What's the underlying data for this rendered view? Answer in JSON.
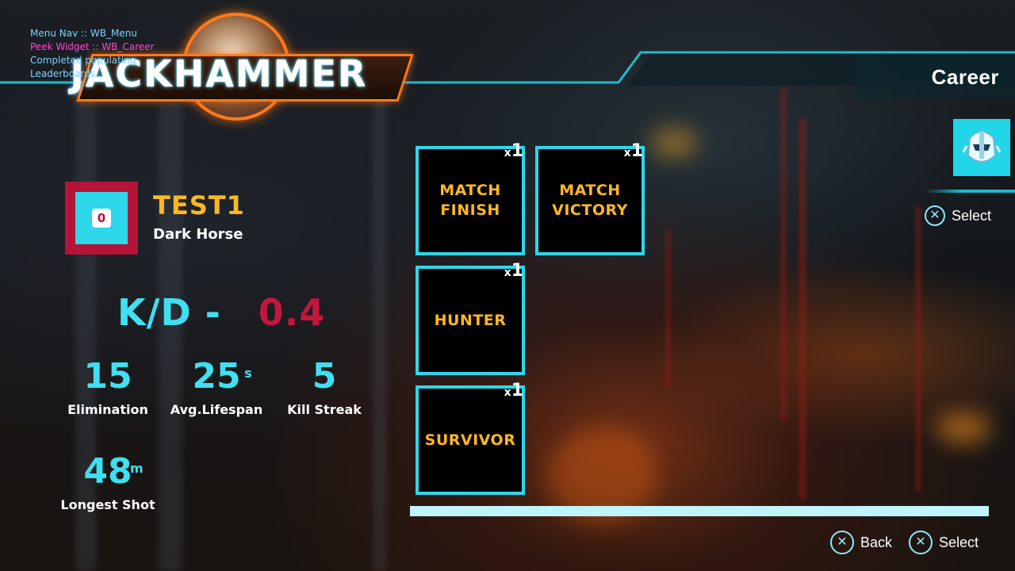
{
  "debug": {
    "lines": [
      {
        "text": "Menu Nav :: WB_Menu",
        "color": "#7ad0ff"
      },
      {
        "text": "Peek Widget :: WB_Career",
        "color": "#ff44d8"
      },
      {
        "text": "Completed populating",
        "color": "#7ad0ff"
      },
      {
        "text": "Leaderboards",
        "color": "#7ad0ff"
      }
    ]
  },
  "logo": {
    "text": "JACKHAMMER"
  },
  "header": {
    "title": "Career"
  },
  "profile": {
    "badge_char": "0",
    "name": "TEST1",
    "title": "Dark Horse"
  },
  "kd": {
    "label": "K/D -",
    "value": "0.4"
  },
  "stats": [
    {
      "value": "15",
      "unit": "",
      "label": "Elimination"
    },
    {
      "value": "25",
      "unit": "s",
      "label": "Avg.Lifespan"
    },
    {
      "value": "5",
      "unit": "",
      "label": "Kill Streak"
    },
    {
      "value": "48",
      "unit": "m",
      "label": "Longest Shot"
    }
  ],
  "tiles": [
    {
      "label": "MATCH\nFINISH",
      "count_prefix": "x",
      "count": "1"
    },
    {
      "label": "MATCH\nVICTORY",
      "count_prefix": "x",
      "count": "1"
    },
    {
      "label": "HUNTER",
      "count_prefix": "x",
      "count": "1"
    },
    {
      "label": "SURVIVOR",
      "count_prefix": "x",
      "count": "1"
    }
  ],
  "side_hint": {
    "icon": "cross-button-icon",
    "label": "Select"
  },
  "footer": {
    "back": {
      "icon": "cross-button-icon",
      "label": "Back"
    },
    "select": {
      "icon": "cross-button-icon",
      "label": "Select"
    }
  },
  "colors": {
    "accent": "#2ed7ea",
    "gold": "#ffb81f",
    "crimson": "#c2173d"
  }
}
